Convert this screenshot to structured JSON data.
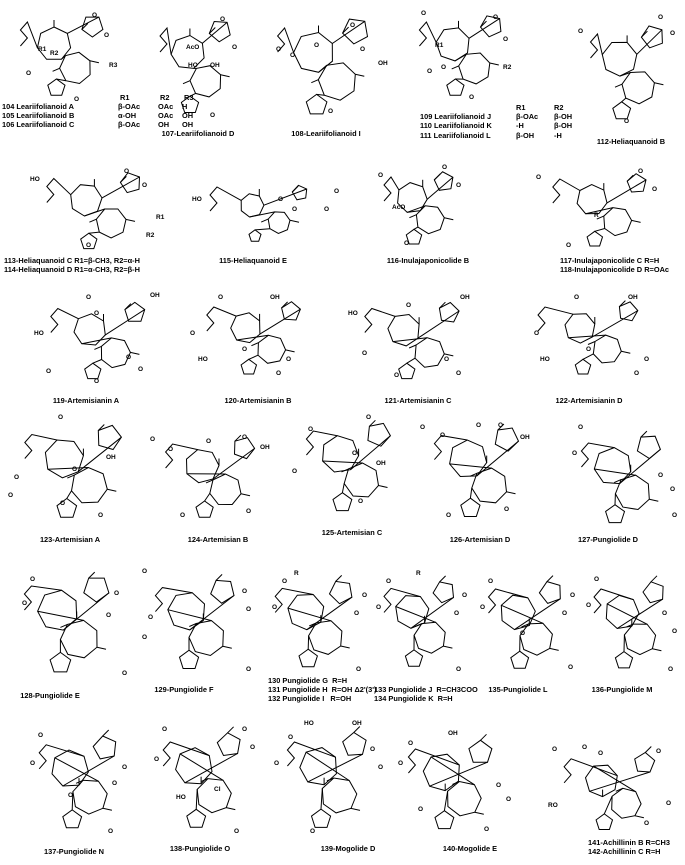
{
  "compounds": {
    "c104": "104 Leariifolianoid A",
    "c105": "105 Leariifolianoid B",
    "c106": "106 Leariifolianoid C",
    "c107": "107-Leariifolianoid D",
    "c108": "108-Leariifolianoid I",
    "c109": "109 Leariifolianoid J",
    "c110": "110 Leariifolianoid K",
    "c111": "111 Leariifolianoid L",
    "c112": "112-Heliaquanoid B",
    "c113": "113-Heliaquanoid C R1=β-CH3, R2=α-H",
    "c114": "114-Heliaquanoid D R1=α-CH3, R2=β-H",
    "c115": "115-Heliaquanoid E",
    "c116": "116-Inulajaponicolide B",
    "c117": "117-Inulajaponicolide C R=H",
    "c118": "118-Inulajaponicolide D R=OAc",
    "c119": "119-Artemisianin A",
    "c120": "120-Artemisianin B",
    "c121": "121-Artemisianin C",
    "c122": "122-Artemisianin D",
    "c123": "123-Artemisian A",
    "c124": "124-Artemisian B",
    "c125": "125-Artemisian C",
    "c126": "126-Artemisian D",
    "c127": "127-Pungiolide D",
    "c128": "128-Pungiolide E",
    "c129": "129-Pungiolide F",
    "c130": "130 Pungiolide G  R=H",
    "c131": "131 Pungiolide H  R=OH Δ2'(3')",
    "c132": "132 Pungiolide I   R=OH",
    "c133": "133 Pungiolide J  R=CH3COO",
    "c134": "134 Pungiolide K  R=H",
    "c135": "135-Pungiolide L",
    "c136": "136-Pungiolide M",
    "c137": "137-Pungiolide N",
    "c138": "138-Pungiolide O",
    "c139": "139-Mogolide D",
    "c140": "140-Mogolide E",
    "c141": "141-Achillinin B R=CH3",
    "c142": "142-Achillinin C R=H"
  },
  "tables": {
    "t104": {
      "header": [
        "R1",
        "R2",
        "R3"
      ],
      "rows": [
        [
          "β-OAc",
          "OAc",
          "H"
        ],
        [
          "α-OH",
          "OAc",
          "OH"
        ],
        [
          "β-OAc",
          "OH",
          "OH"
        ]
      ]
    },
    "t109": {
      "header": [
        "R1",
        "R2"
      ],
      "rows": [
        [
          "β-OAc",
          "β-OH"
        ],
        [
          "-H",
          "β-OH"
        ],
        [
          "β-OH",
          "-H"
        ]
      ]
    }
  },
  "atoms": {
    "O": "O",
    "OH": "OH",
    "HO": "HO",
    "AcO": "AcO",
    "R": "R",
    "R1": "R1",
    "R2": "R2",
    "R3": "R3",
    "RO": "RO",
    "Cl": "Cl"
  }
}
